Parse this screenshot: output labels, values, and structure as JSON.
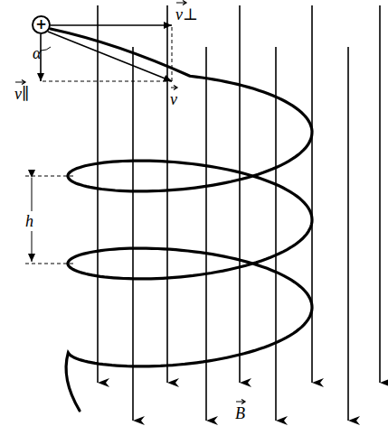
{
  "diagram": {
    "nodes": [
      {
        "text": [
          "+"
        ]
      }
    ],
    "labels": [
      "v⊥",
      "α",
      "v∥",
      "v",
      "h",
      "B"
    ]
  }
}
